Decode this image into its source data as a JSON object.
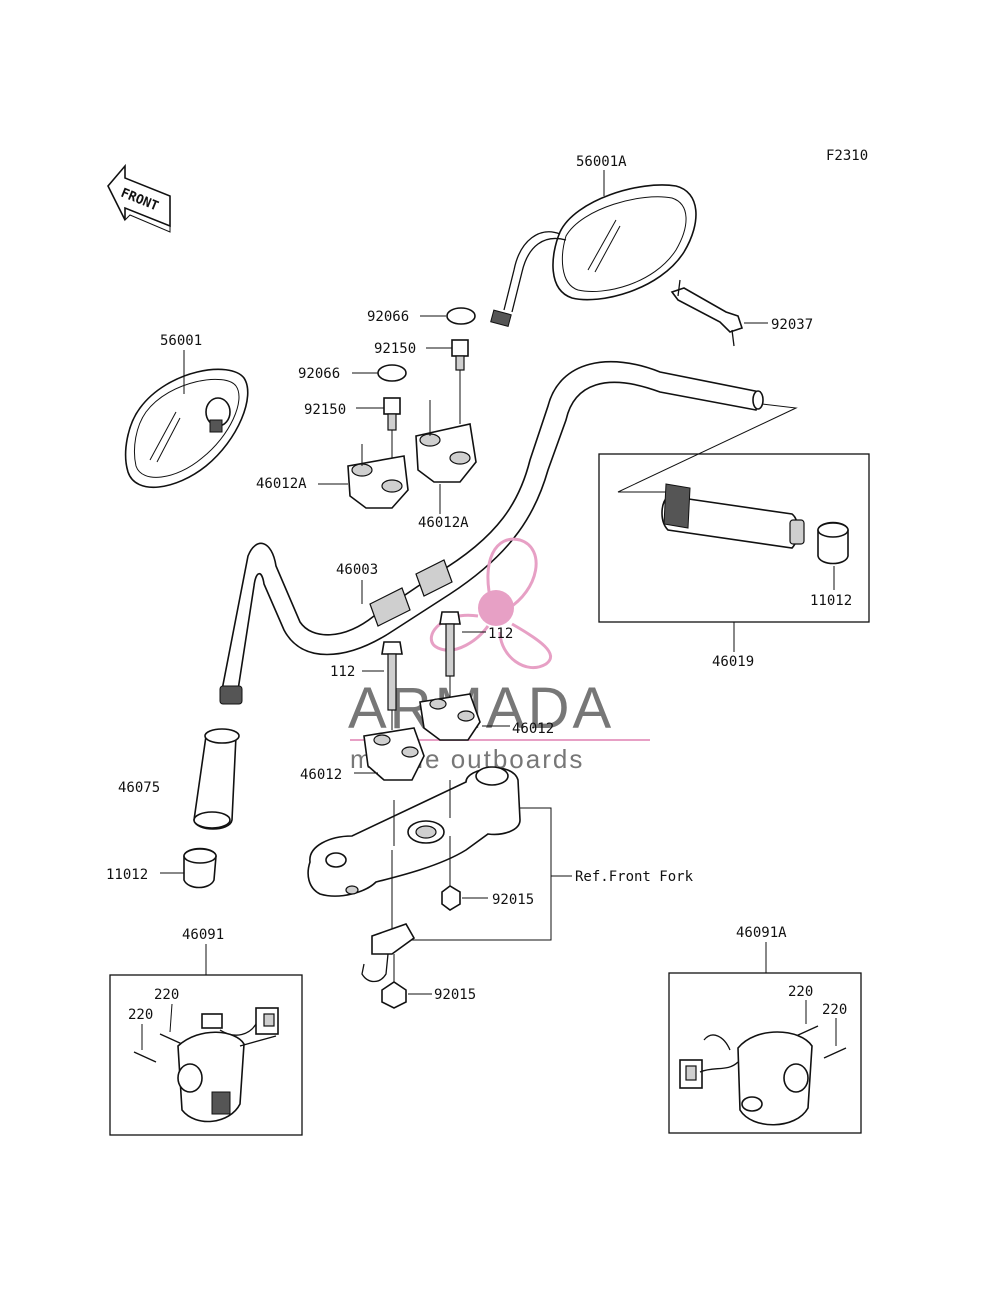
{
  "figure_code": "F2310",
  "front_label": "FRONT",
  "reference_label": "Ref.Front Fork",
  "watermark": {
    "name": "ARMADA",
    "tagline": "marine outboards",
    "accent_color": "#e7a0c5",
    "text_color": "#777777"
  },
  "callouts": {
    "mirror_right": "56001A",
    "mirror_left": "56001",
    "nut_upper": "92066",
    "bolt_upper": "92150",
    "nut_lower": "92066",
    "bolt_lower": "92150",
    "holder_left": "46012A",
    "holder_right": "46012A",
    "wrench": "92037",
    "handlebar": "46003",
    "bolt_right": "112",
    "bolt_left": "112",
    "holder_upper_right": "46012",
    "holder_upper_left": "46012",
    "grip_left": "46075",
    "cap_left": "11012",
    "cap_right": "11012",
    "grip_assy_right": "46019",
    "nut_bracket": "92015",
    "nut_bottom": "92015",
    "switch_left": "46091",
    "switch_right": "46091A",
    "screw_left_a": "220",
    "screw_left_b": "220",
    "screw_right_a": "220",
    "screw_right_b": "220"
  }
}
